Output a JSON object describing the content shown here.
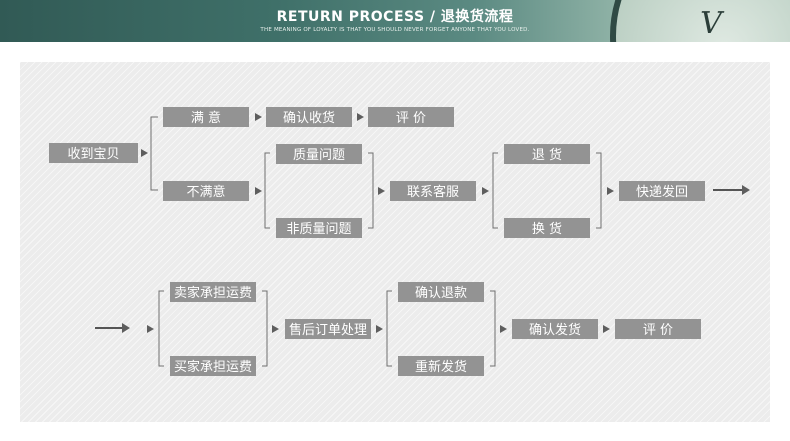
{
  "banner": {
    "title": "RETURN PROCESS / 退换货流程",
    "subtitle": "THE MEANING OF LOYALTY IS THAT YOU SHOULD NEVER FORGET ANYONE THAT YOU LOVED.",
    "clock_numeral": "V"
  },
  "flow": {
    "receive": "收到宝贝",
    "satisfied": "满 意",
    "confirm_receipt": "确认收货",
    "review_1": "评 价",
    "unsatisfied": "不满意",
    "quality_issue": "质量问题",
    "non_quality_issue": "非质量问题",
    "contact_service": "联系客服",
    "return": "退 货",
    "exchange": "换 货",
    "express_return": "快递发回",
    "buyer_shipping": "卖家承担运费",
    "seller_shipping": "买家承担运费",
    "after_sales": "售后订单处理",
    "confirm_refund": "确认退款",
    "reship": "重新发货",
    "confirm_ship": "确认发货",
    "review_2": "评 价"
  },
  "colors": {
    "node_fill": "#939393",
    "node_text": "#ffffff",
    "connector": "#707070",
    "panel_bg": "#ececec"
  }
}
